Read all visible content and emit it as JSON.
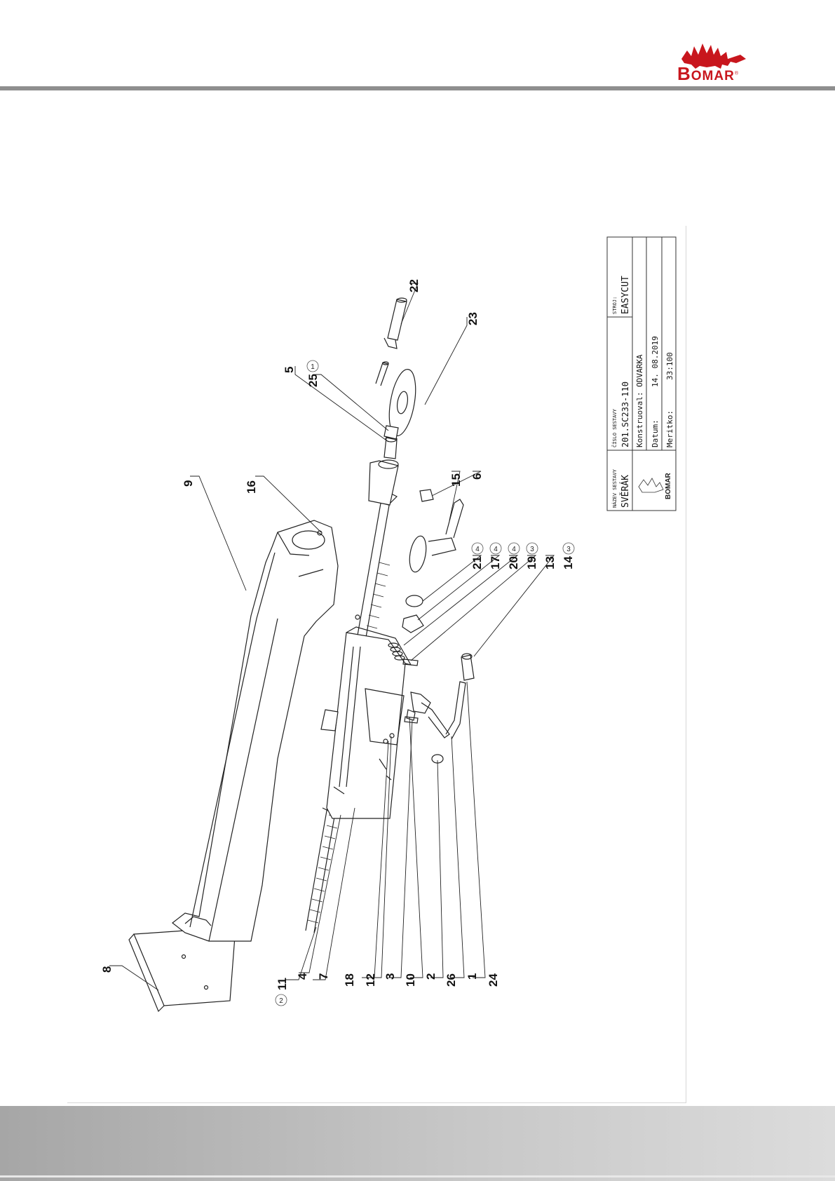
{
  "logo": {
    "text_initial": "B",
    "text_rest": "OMAR",
    "registered": "®",
    "color": "#c8161d"
  },
  "title_block": {
    "nazev_label": "NÁZEV SESTAVY",
    "nazev_value": "SVĚRÁK",
    "cislo_label": "ČÍSLO SESTAVY",
    "cislo_value": "201.SC233-110",
    "stroj_label": "STROJ:",
    "stroj_value": "EASYCUT",
    "konstruoval": "Konstruoval: ODVARKA",
    "datum_label": "Datum:",
    "datum_value": "14. 08.2019",
    "meritko_label": "Meritko:",
    "meritko_value": "33:100",
    "mini_logo": "BOMAR"
  },
  "callouts": {
    "c8": "8",
    "c11": "11",
    "c11q": "2",
    "c4": "4",
    "c7": "7",
    "c18": "18",
    "c12": "12",
    "c3": "3",
    "c10": "10",
    "c2": "2",
    "c26": "26",
    "c1": "1",
    "c24": "24",
    "c9": "9",
    "c16": "16",
    "c5": "5",
    "c25": "25",
    "c25q": "1",
    "c22": "22",
    "c23": "23",
    "c15": "15",
    "c6": "6",
    "c21": "21",
    "c21q": "4",
    "c17": "17",
    "c17q": "4",
    "c20": "20",
    "c20q": "4",
    "c19": "19",
    "c19q": "3",
    "c13": "13",
    "c14": "14",
    "c14q": "3"
  }
}
